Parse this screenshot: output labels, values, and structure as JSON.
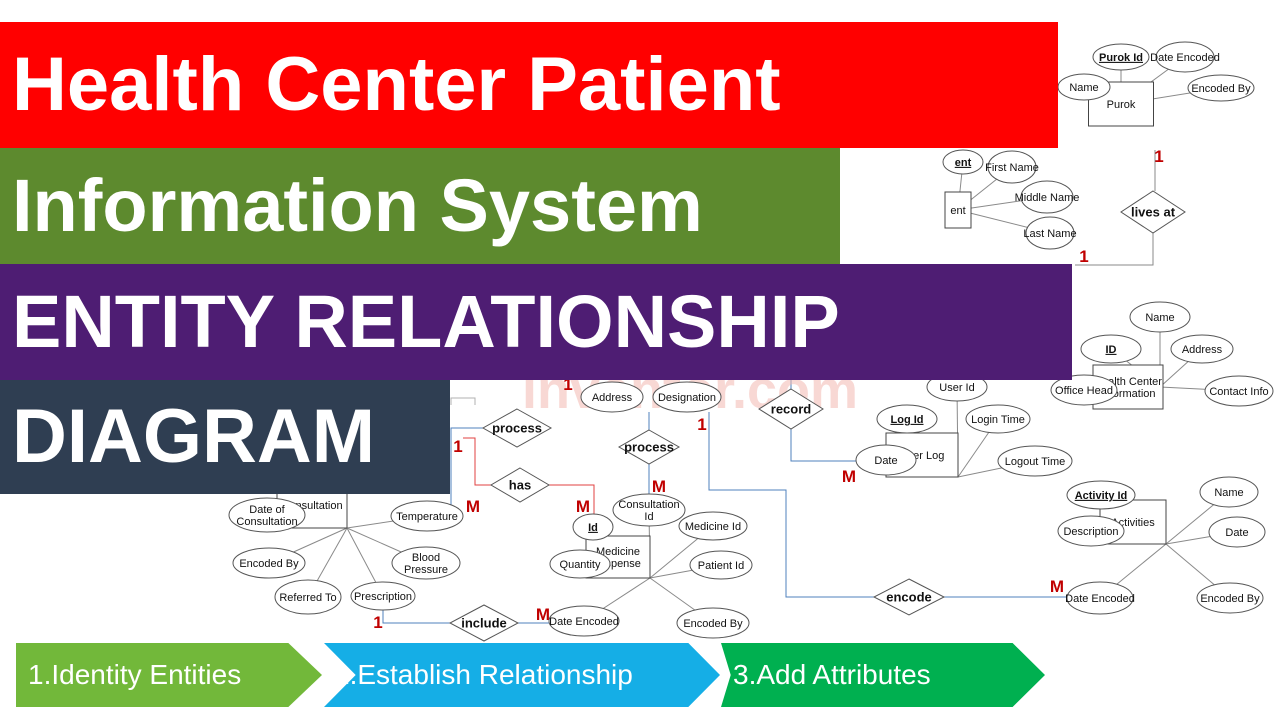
{
  "banner": {
    "line1": "Health Center Patient",
    "line2": "Information System",
    "line3": "ENTITY RELATIONSHIP",
    "line4": "DIAGRAM"
  },
  "steps": [
    "1.Identity Entities",
    "2.Establish Relationship",
    "3.Add Attributes"
  ],
  "watermark": "inventor.com",
  "colors": {
    "title_red": "#ff0000",
    "title_green": "#5d8a2e",
    "title_purple": "#4e1d73",
    "title_slate": "#2f3e52",
    "step_green": "#72b83a",
    "step_blue": "#15aee6",
    "step_green2": "#00b050",
    "cardinality": "#c00000",
    "connector_blue": "#4f81bd",
    "connector_red": "#e04040"
  },
  "diagram": {
    "entities": [
      {
        "id": "purok",
        "text": "Purok"
      },
      {
        "id": "resident",
        "text": "ent"
      },
      {
        "id": "health_center",
        "text": "Health Center Information"
      },
      {
        "id": "user_log",
        "text": "User Log"
      },
      {
        "id": "activities",
        "text": "Activities"
      },
      {
        "id": "consultation",
        "text": "Consultation"
      },
      {
        "id": "medicine_dispense",
        "text": "Medicine Dispense"
      }
    ],
    "attributes": [
      {
        "id": "purok_id",
        "text": "Purok Id",
        "key": true
      },
      {
        "id": "purok_date",
        "text": "Date Encoded"
      },
      {
        "id": "purok_name",
        "text": "Name"
      },
      {
        "id": "purok_enc",
        "text": "Encoded By"
      },
      {
        "id": "res_pid",
        "text": "ent",
        "key": true
      },
      {
        "id": "res_first",
        "text": "First Name"
      },
      {
        "id": "res_middle",
        "text": "Middle Name"
      },
      {
        "id": "res_last",
        "text": "Last Name"
      },
      {
        "id": "hc_name",
        "text": "Name"
      },
      {
        "id": "hc_id",
        "text": "ID",
        "key": true
      },
      {
        "id": "hc_address",
        "text": "Address"
      },
      {
        "id": "hc_head",
        "text": "Office Head"
      },
      {
        "id": "hc_contact",
        "text": "Contact Info"
      },
      {
        "id": "ul_userid",
        "text": "User Id"
      },
      {
        "id": "ul_logid",
        "text": "Log Id",
        "key": true
      },
      {
        "id": "ul_login",
        "text": "Login Time"
      },
      {
        "id": "ul_date",
        "text": "Date"
      },
      {
        "id": "ul_logout",
        "text": "Logout Time"
      },
      {
        "id": "act_id",
        "text": "Activity Id",
        "key": true
      },
      {
        "id": "act_name",
        "text": "Name"
      },
      {
        "id": "act_desc",
        "text": "Description"
      },
      {
        "id": "act_date",
        "text": "Date"
      },
      {
        "id": "act_dateenc",
        "text": "Date Encoded"
      },
      {
        "id": "act_enc",
        "text": "Encoded By"
      },
      {
        "id": "addr",
        "text": "Address"
      },
      {
        "id": "designation",
        "text": "Designation"
      },
      {
        "id": "con_date",
        "text": "Date of Consultation"
      },
      {
        "id": "con_temp",
        "text": "Temperature"
      },
      {
        "id": "con_enc",
        "text": "Encoded By"
      },
      {
        "id": "con_bp",
        "text": "Blood Pressure"
      },
      {
        "id": "con_ref",
        "text": "Referred To"
      },
      {
        "id": "con_presc",
        "text": "Prescription"
      },
      {
        "id": "md_conid",
        "text": "Consultation Id"
      },
      {
        "id": "md_id",
        "text": "Id",
        "key": true
      },
      {
        "id": "md_medid",
        "text": "Medicine Id"
      },
      {
        "id": "md_qty",
        "text": "Quantity"
      },
      {
        "id": "md_patid",
        "text": "Patient Id"
      },
      {
        "id": "md_dateenc",
        "text": "Date Encoded"
      },
      {
        "id": "md_enc",
        "text": "Encoded By"
      }
    ],
    "relationships": [
      {
        "id": "lives_at",
        "text": "lives at"
      },
      {
        "id": "record",
        "text": "record"
      },
      {
        "id": "process1",
        "text": "process"
      },
      {
        "id": "process2",
        "text": "process"
      },
      {
        "id": "has",
        "text": "has"
      },
      {
        "id": "encode",
        "text": "encode"
      },
      {
        "id": "include",
        "text": "include"
      }
    ],
    "cardinalities": [
      {
        "id": "c1",
        "text": "1"
      },
      {
        "id": "c2",
        "text": "1"
      },
      {
        "id": "c3",
        "text": "M"
      },
      {
        "id": "c4",
        "text": "1"
      },
      {
        "id": "c5",
        "text": "M"
      },
      {
        "id": "c6",
        "text": "M"
      },
      {
        "id": "c7",
        "text": "M"
      },
      {
        "id": "c8",
        "text": "1"
      },
      {
        "id": "c9",
        "text": "M"
      },
      {
        "id": "c10",
        "text": "1"
      },
      {
        "id": "c11",
        "text": "M"
      },
      {
        "id": "c12",
        "text": "1"
      }
    ]
  }
}
